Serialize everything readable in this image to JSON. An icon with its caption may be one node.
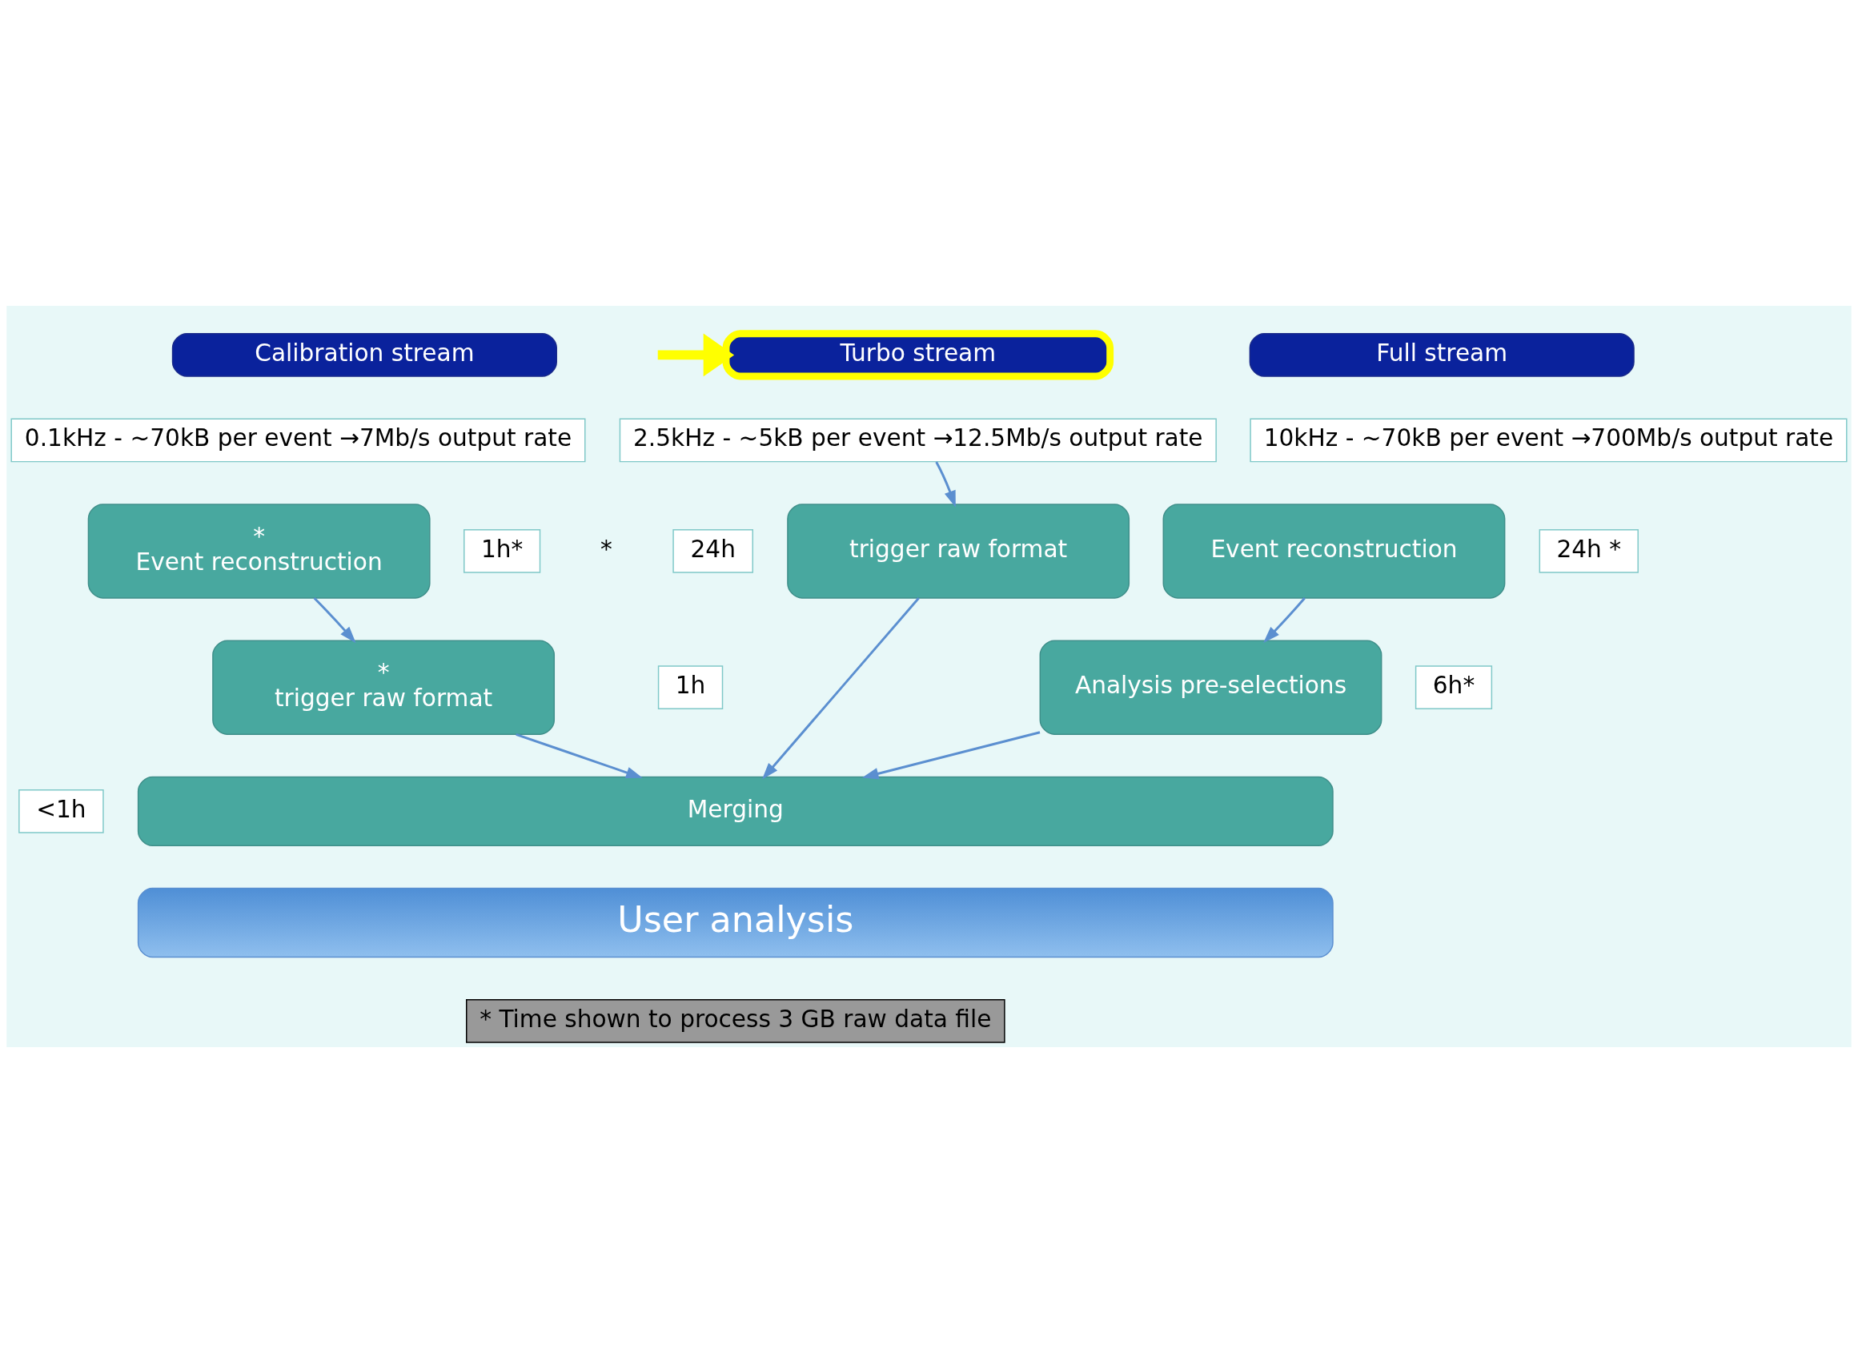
{
  "diagram": {
    "nodes": [
      {
        "text": [
          "Calibration stream"
        ]
      },
      {
        "text": [
          "Turbo stream"
        ]
      },
      {
        "text": [
          "Full stream"
        ]
      },
      {
        "text": [
          "0.1kHz - ~70kB per event →7Mb/s output rate"
        ]
      },
      {
        "text": [
          "2.5kHz - ~5kB per event →12.5Mb/s output rate"
        ]
      },
      {
        "text": [
          "10kHz - ~70kB per event →700Mb/s output rate"
        ]
      },
      {
        "text": [
          "*",
          "Event reconstruction"
        ]
      },
      {
        "text": [
          "24h"
        ]
      },
      {
        "text": [
          "*",
          "trigger raw format"
        ]
      },
      {
        "text": [
          "1h"
        ]
      },
      {
        "text": [
          "trigger raw format"
        ]
      },
      {
        "text": [
          "1h*"
        ]
      },
      {
        "text": [
          "Event reconstruction"
        ]
      },
      {
        "text": [
          "24h *"
        ]
      },
      {
        "text": [
          "Analysis pre-selections"
        ]
      },
      {
        "text": [
          "6h*"
        ]
      },
      {
        "text": [
          "Merging"
        ]
      },
      {
        "text": [
          "<1h"
        ]
      },
      {
        "text": [
          "User analysis"
        ]
      }
    ],
    "edges": [
      {
        "from": null,
        "to": 1,
        "arrow": "to",
        "style": "thick",
        "color": "#ffff00"
      },
      {
        "from": 4,
        "to": 10,
        "arrow": "to"
      },
      {
        "from": 6,
        "to": 8,
        "arrow": "to"
      },
      {
        "from": 12,
        "to": 14,
        "arrow": "to"
      },
      {
        "from": 8,
        "to": 16,
        "arrow": "to"
      },
      {
        "from": 10,
        "to": 16,
        "arrow": "to"
      },
      {
        "from": 14,
        "to": 16,
        "arrow": "to"
      }
    ],
    "labels": [
      "*",
      "* Time shown to process 3 GB raw data file"
    ]
  }
}
